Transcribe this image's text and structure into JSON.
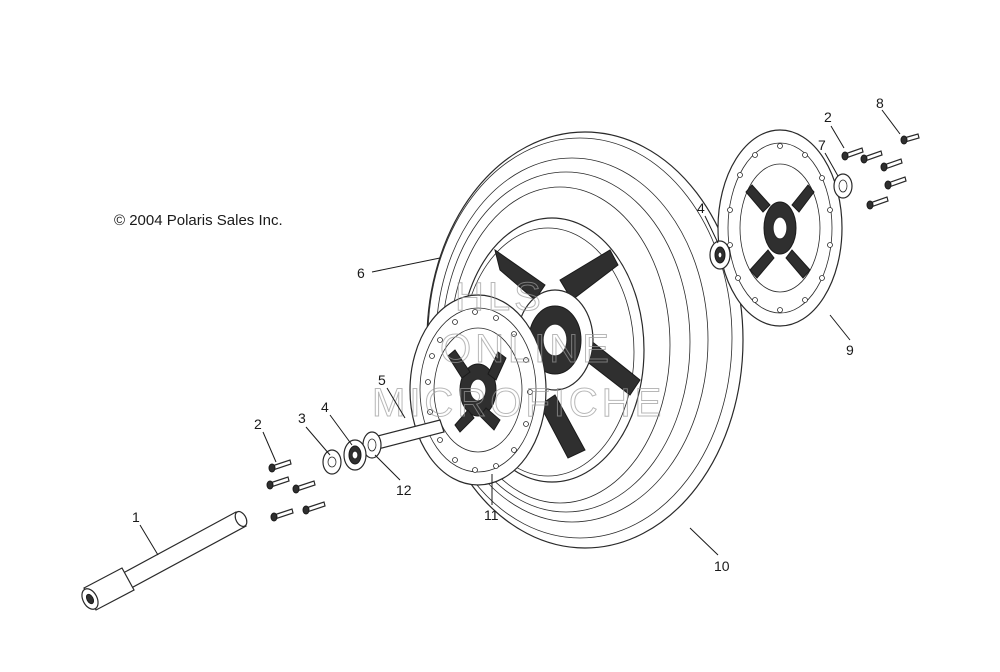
{
  "copyright": "© 2004 Polaris Sales Inc.",
  "watermark": [
    "HLS",
    "ONLINE",
    "MICROFICHE"
  ],
  "callouts": [
    "1",
    "2",
    "3",
    "4",
    "5",
    "6",
    "11",
    "12",
    "10",
    "4",
    "2",
    "7",
    "8",
    "9"
  ],
  "colors": {
    "line": "#2a2a2a",
    "background": "#ffffff",
    "watermark": "#9a9a9a"
  }
}
